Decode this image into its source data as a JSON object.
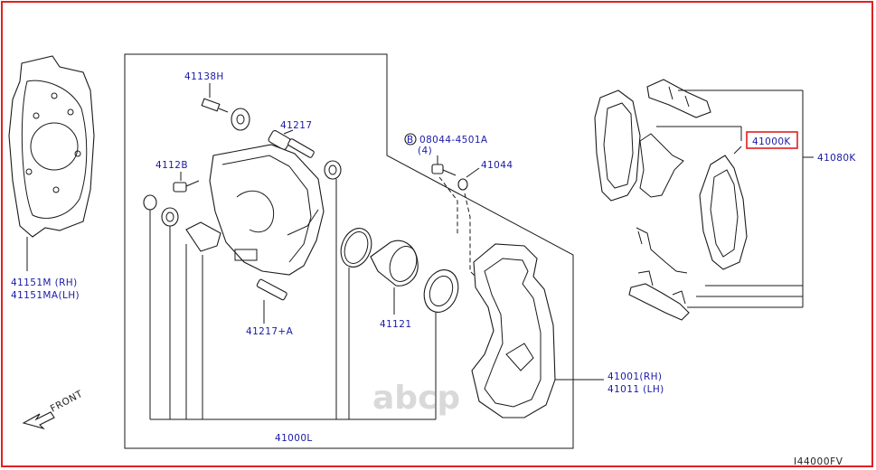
{
  "labels": {
    "bolt_41138": "41138H",
    "pin_41217": "41217",
    "bolt_4112b": "4112B",
    "bolt_08044": "08044-4501A",
    "bolt_08044_qty": "(4)",
    "bolt_prefix": "B",
    "washer_41044": "41044",
    "pad_kit_41000k": "41000K",
    "pad_set_41080k": "41080K",
    "shield_rh": "41151M  (RH)",
    "shield_lh": "41151MA(LH)",
    "pin_boot_41217a": "41217+A",
    "piston_41121": "41121",
    "bracket_rh": "41001(RH)",
    "bracket_lh": "41011 (LH)",
    "caliper_41000l": "41000L",
    "front": "FRONT",
    "diagram_code": "I44000FV",
    "watermark": "abcp"
  },
  "colors": {
    "frame": "#e02020",
    "label_text": "#1a1aa6",
    "line_art": "#1a1a1a",
    "highlight_box": "#e02020"
  }
}
